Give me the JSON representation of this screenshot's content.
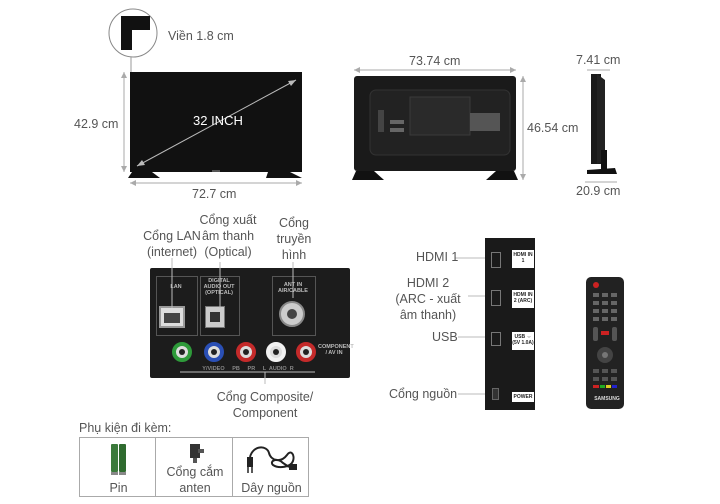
{
  "tv": {
    "bezel_label": "Viền 1.8 cm",
    "screen_label": "32 INCH",
    "height_label": "42.9 cm",
    "width_label": "72.7 cm",
    "back_width_label": "73.74 cm",
    "back_height_label": "46.54 cm",
    "depth_label": "7.41 cm",
    "stand_depth_label": "20.9 cm"
  },
  "ports": {
    "lan_label": "Cổng LAN\n(internet)",
    "optical_label": "Cổng xuất\nâm thanh\n(Optical)",
    "antenna_label": "Cổng\ntruyền\nhình",
    "composite_label": "Cổng Composite/\nComponent",
    "panel_lan": "LAN",
    "panel_optical": "DIGITAL\nAUDIO OUT\n(OPTICAL)",
    "panel_antenna": "ANT IN\nAIR/CABLE",
    "panel_composite": "COMPONENT\n/ AV IN",
    "panel_bottom": "Y/VIDEO     PB     PR     L  AUDIO  R"
  },
  "side_ports": {
    "hdmi1_label": "HDMI 1",
    "hdmi2_label": "HDMI 2\n(ARC - xuất\nâm thanh)",
    "usb_label": "USB",
    "power_label": "Cổng nguồn",
    "tag_hdmi1": "HDMI IN\n1",
    "tag_hdmi2": "HDMI IN\n2 (ARC)",
    "tag_usb": "USB ⇔\n(5V 1.0A)",
    "tag_power": "POWER"
  },
  "remote": {
    "brand": "SAMSUNG"
  },
  "accessories": {
    "title": "Phụ kiện đi kèm:",
    "items": [
      {
        "label": "Pin"
      },
      {
        "label": "Cổng cắm\nanten"
      },
      {
        "label": "Dây nguồn"
      }
    ]
  }
}
